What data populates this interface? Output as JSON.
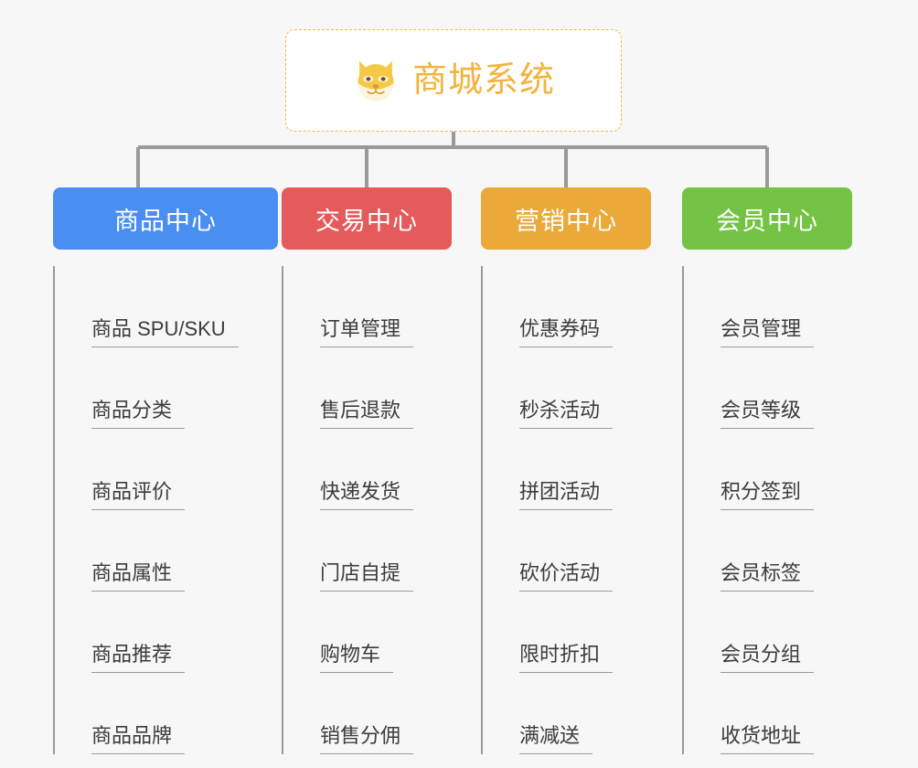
{
  "diagram": {
    "title": "商城系统",
    "root_icon": "shiba-dog-icon",
    "background_color": "#f7f7f7",
    "connector_color": "#9a9a9a",
    "root": {
      "label": "商城系统",
      "border_color": "#f0b742",
      "text_color": "#f3b33d",
      "background_color": "#ffffff"
    },
    "categories": [
      {
        "label": "商品中心",
        "color": "#4a8ef2",
        "items": [
          "商品 SPU/SKU",
          "商品分类",
          "商品评价",
          "商品属性",
          "商品推荐",
          "商品品牌"
        ]
      },
      {
        "label": "交易中心",
        "color": "#e55a5a",
        "items": [
          "订单管理",
          "售后退款",
          "快递发货",
          "门店自提",
          "购物车",
          "销售分佣"
        ]
      },
      {
        "label": "营销中心",
        "color": "#eaa939",
        "items": [
          "优惠券码",
          "秒杀活动",
          "拼团活动",
          "砍价活动",
          "限时折扣",
          "满减送"
        ]
      },
      {
        "label": "会员中心",
        "color": "#74c344",
        "items": [
          "会员管理",
          "会员等级",
          "积分签到",
          "会员标签",
          "会员分组",
          "收货地址"
        ]
      }
    ]
  }
}
